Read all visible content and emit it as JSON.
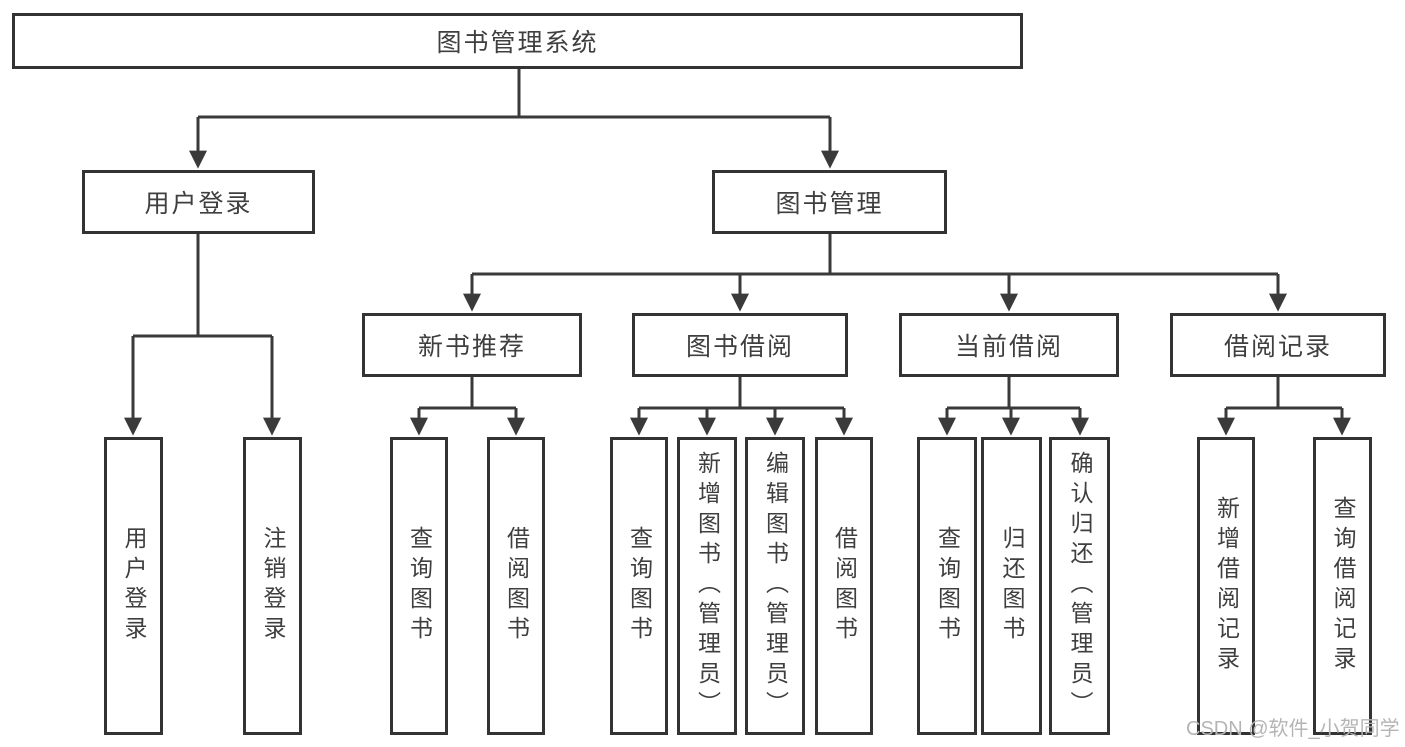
{
  "diagram_title": "图书管理系统",
  "tree": {
    "label": "图书管理系统",
    "children": [
      {
        "label": "用户登录",
        "children": [
          {
            "label": "用户登录"
          },
          {
            "label": "注销登录"
          }
        ]
      },
      {
        "label": "图书管理",
        "children": [
          {
            "label": "新书推荐",
            "children": [
              {
                "label": "查询图书"
              },
              {
                "label": "借阅图书"
              }
            ]
          },
          {
            "label": "图书借阅",
            "children": [
              {
                "label": "查询图书"
              },
              {
                "label": "新增图书（管理员）"
              },
              {
                "label": "编辑图书（管理员）"
              },
              {
                "label": "借阅图书"
              }
            ]
          },
          {
            "label": "当前借阅",
            "children": [
              {
                "label": "查询图书"
              },
              {
                "label": "归还图书"
              },
              {
                "label": "确认归还（管理员）"
              }
            ]
          },
          {
            "label": "借阅记录",
            "children": [
              {
                "label": "新增借阅记录"
              },
              {
                "label": "查询借阅记录"
              }
            ]
          }
        ]
      }
    ]
  },
  "watermark": "CSDN @软件_小贺同学",
  "colors": {
    "line": "#3a3a3a",
    "box_border": "#333333",
    "text": "#3f3f3f",
    "watermark": "#b5b5b5",
    "background": "#ffffff"
  }
}
